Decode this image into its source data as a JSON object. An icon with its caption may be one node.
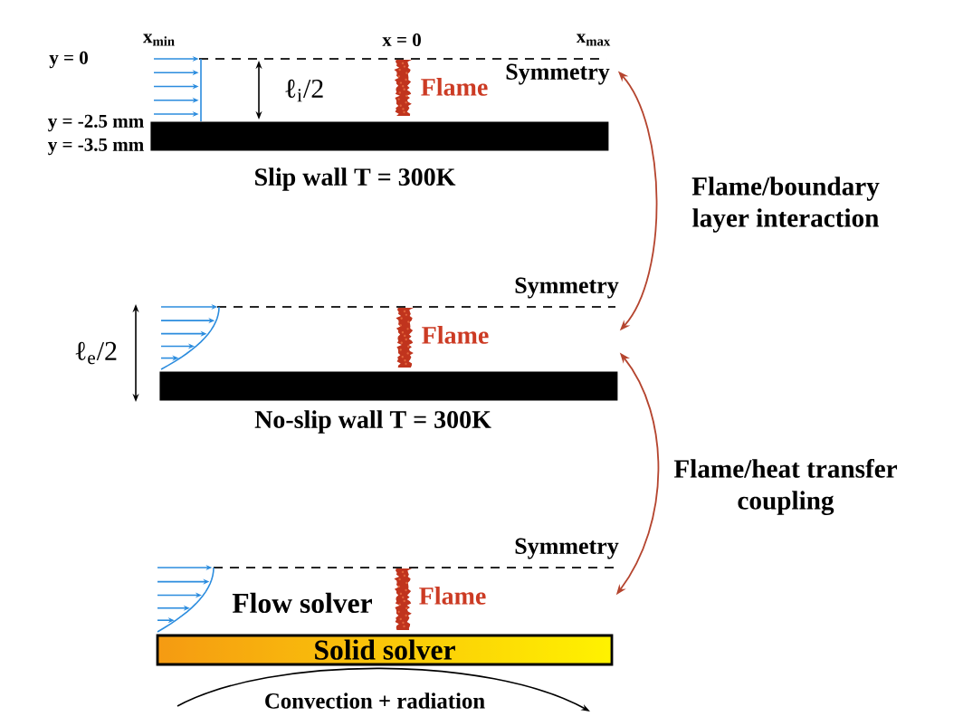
{
  "diagram": {
    "nodes": [
      {
        "text": [
          "Symmetry",
          "Flame"
        ]
      },
      {
        "text": [],
        "shape": "bar",
        "beside": [
          "Slip wall T = 300K"
        ]
      },
      {
        "text": [
          "Symmetry",
          "Flame"
        ]
      },
      {
        "text": [],
        "shape": "bar",
        "beside": [
          "No-slip wall T = 300K"
        ]
      },
      {
        "text": [
          "Symmetry",
          "Flow solver",
          "Flame"
        ]
      },
      {
        "text": [
          "Solid solver"
        ]
      }
    ],
    "edges": [
      {
        "from": 0,
        "to": 2,
        "arrow": "both",
        "label": "Flame/boundary layer interaction"
      },
      {
        "from": 2,
        "to": 4,
        "arrow": "both",
        "label": "Flame/heat transfer coupling"
      }
    ],
    "labels": [
      "x$_{min}$",
      "x = 0",
      "x$_{max}$",
      "y = 0",
      "ℓ$_{i}$/2",
      "y = -2.5 mm",
      "y = -3.5 mm",
      "ℓ$_{e}$/2",
      "Convection + radiation"
    ]
  }
}
